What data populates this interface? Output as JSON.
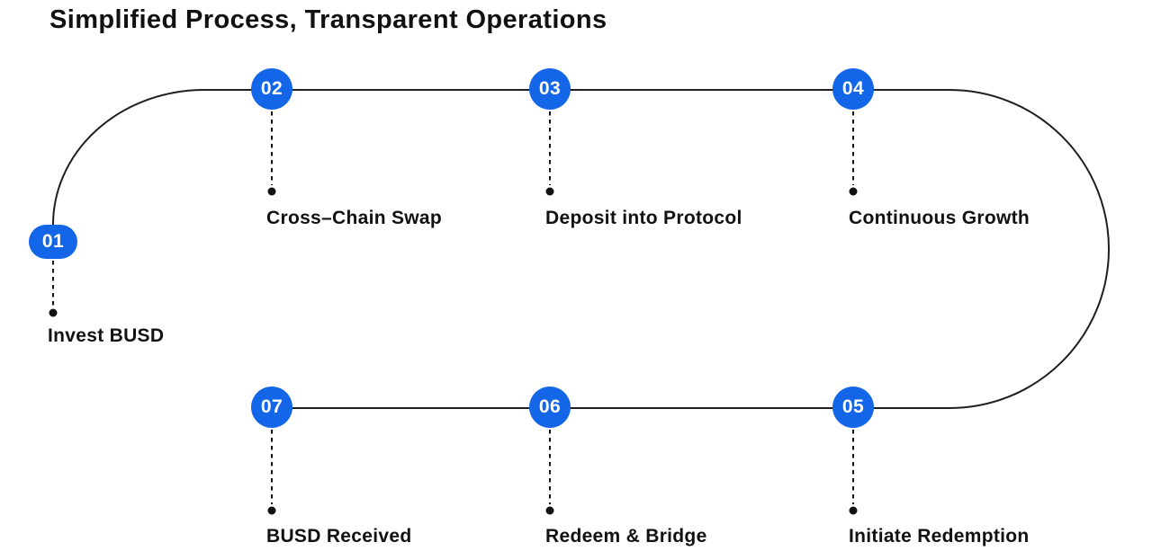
{
  "title": "Simplified Process, Transparent Operations",
  "colors": {
    "accent_blue": "#1466e8",
    "line": "#1f1f1f",
    "text": "#111111",
    "background": "#ffffff"
  },
  "steps": [
    {
      "number": "01",
      "label": "Invest BUSD"
    },
    {
      "number": "02",
      "label": "Cross–Chain Swap"
    },
    {
      "number": "03",
      "label": "Deposit into Protocol"
    },
    {
      "number": "04",
      "label": "Continuous Growth"
    },
    {
      "number": "05",
      "label": "Initiate Redemption"
    },
    {
      "number": "06",
      "label": "Redeem & Bridge"
    },
    {
      "number": "07",
      "label": "BUSD Received"
    }
  ]
}
